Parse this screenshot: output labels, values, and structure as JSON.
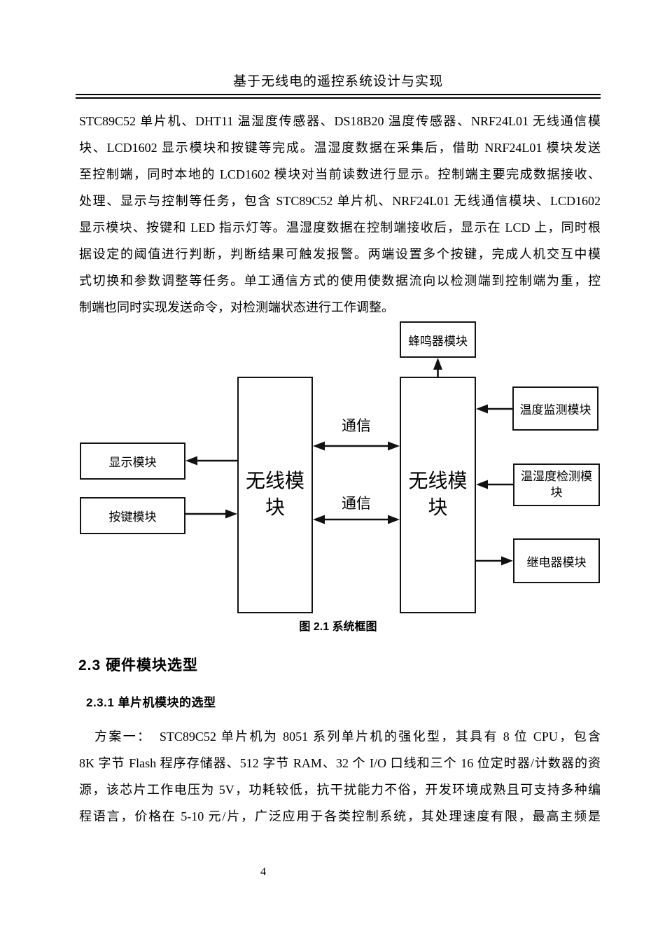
{
  "page": {
    "header_title": "基于无线电的遥控系统设计与实现",
    "page_number": "4"
  },
  "body": {
    "para1_lines": [
      "STC89C52 单片机、DHT11 温湿度传感器、DS18B20 温度传感器、NRF24L01 无线通信模",
      "块、LCD1602 显示模块和按键等完成。温湿度数据在采集后，借助 NRF24L01 模块发送",
      "至控制端，同时本地的 LCD1602 模块对当前读数进行显示。控制端主要完成数据接收、",
      "处理、显示与控制等任务，包含 STC89C52 单片机、NRF24L01 无线通信模块、LCD1602",
      "显示模块、按键和 LED 指示灯等。温湿度数据在控制端接收后，显示在 LCD 上，同时根",
      "据设定的阈值进行判断，判断结果可触发报警。两端设置多个按键，完成人机交互中模",
      "式切换和参数调整等任务。单工通信方式的使用使数据流向以检测端到控制端为重，控",
      "制端也同时实现发送命令，对检测端状态进行工作调整。"
    ],
    "heading_2_3": "2.3 硬件模块选型",
    "heading_2_3_1": "2.3.1 单片机模块的选型",
    "para2_lines": [
      "方案一：　STC89C52 单片机为 8051 系列单片机的强化型，其具有 8 位 CPU，包含",
      "8K 字节 Flash 程序存储器、512 字节 RAM、32 个 I/O 口线和三个 16 位定时器/计数器的资",
      "源，该芯片工作电压为 5V，功耗较低，抗干扰能力不俗，开发环境成熟且可支持多种编",
      "程语言，价格在 5-10 元/片，广泛应用于各类控制系统，其处理速度有限，最高主频是"
    ]
  },
  "diagram": {
    "caption": "图 2.1 系统框图",
    "nodes": {
      "buzzer": "蜂鸣器模块",
      "wireless_left": "无线模块",
      "wireless_right": "无线模块",
      "display": "显示模块",
      "keys": "按键模块",
      "temp_monitor": "温度监测模块",
      "temp_humidity_detect": "温湿度检测模块",
      "relay": "继电器模块"
    },
    "edge_labels": {
      "comm_top": "通信",
      "comm_bottom": "通信"
    },
    "line_color": "#111111"
  }
}
